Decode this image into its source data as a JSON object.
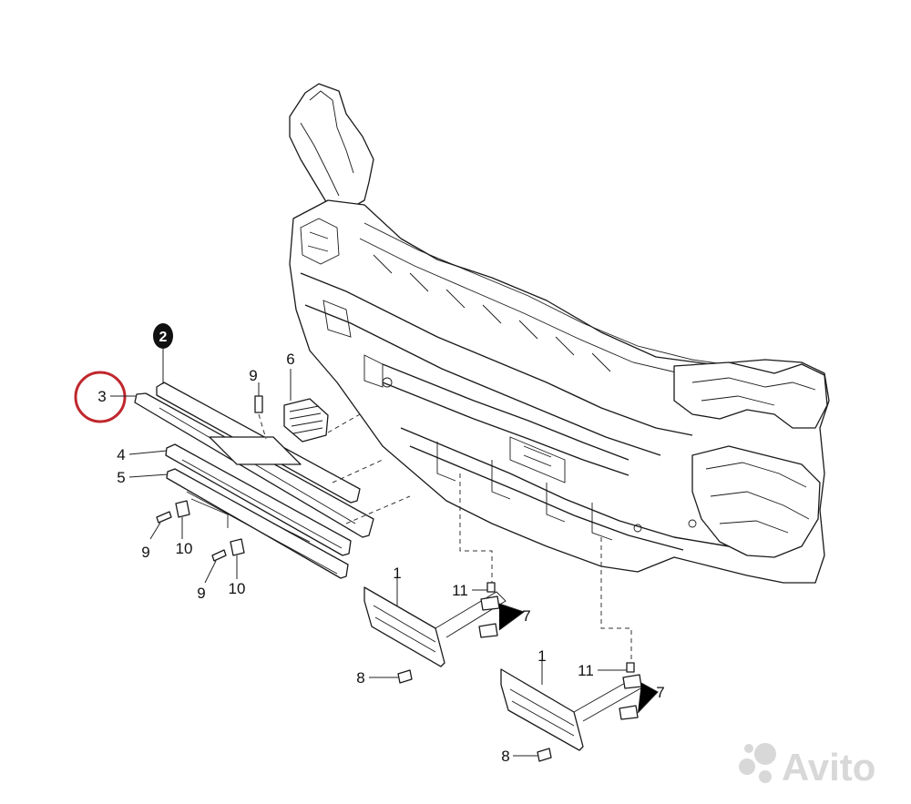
{
  "callouts": {
    "p1a": "1",
    "p1b": "1",
    "p2": "2",
    "p3": "3",
    "p4": "4",
    "p5": "5",
    "p6": "6",
    "p7a": "7",
    "p7b": "7",
    "p8a": "8",
    "p8b": "8",
    "p9a": "9",
    "p9b": "9",
    "p9c": "9",
    "p10a": "10",
    "p10b": "10",
    "p11a": "11",
    "p11b": "11"
  },
  "highlight": {
    "part": "3",
    "color": "#c0272d"
  },
  "watermark": {
    "text": "Avito",
    "icon": "avito-logo-icon"
  }
}
